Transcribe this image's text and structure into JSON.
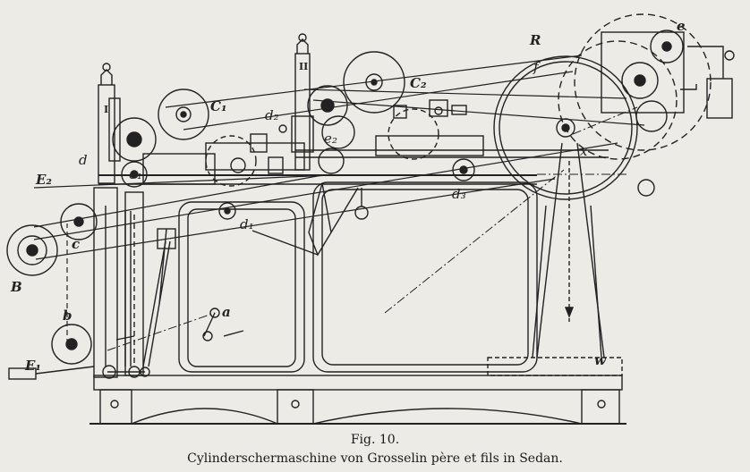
{
  "figure": {
    "number": "Fig. 10.",
    "caption": "Cylinderschermaschine von Grosselin père et fils in Sedan."
  },
  "labels": {
    "roman_I": "I",
    "roman_II": "II",
    "R": "R",
    "f": "f",
    "e": "e",
    "x": "x",
    "C1": "C₁",
    "C2": "C₂",
    "d": "d",
    "d1": "d₁",
    "d2": "d₂",
    "d3": "d₃",
    "e1": "e₁",
    "e2": "e₂",
    "E1": "E₁",
    "E2": "E₂",
    "B": "B",
    "b": "b",
    "c": "c",
    "a": "a",
    "w": "w"
  },
  "colors": {
    "ink": "#222222",
    "paper": "#ecebe6"
  }
}
